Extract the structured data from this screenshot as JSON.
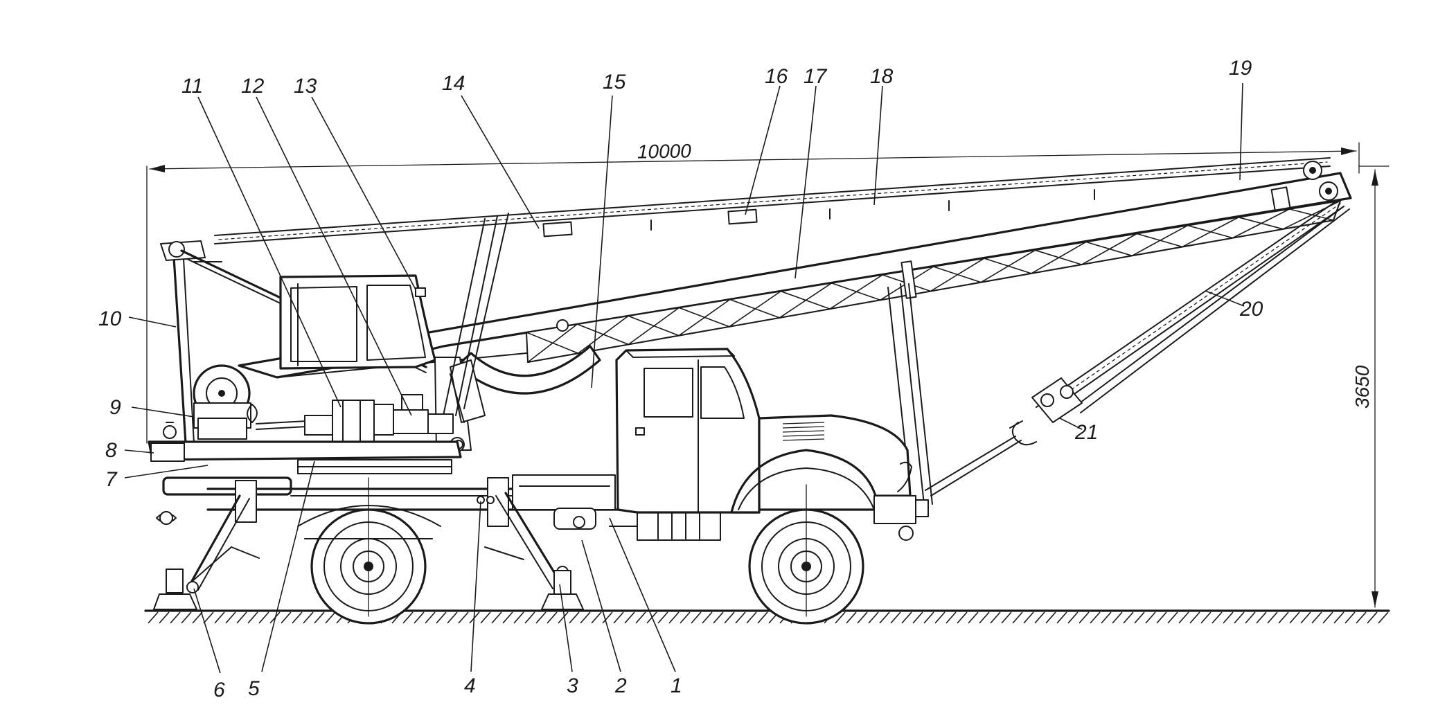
{
  "figure": {
    "callouts": [
      {
        "id": "1",
        "text": "1"
      },
      {
        "id": "2",
        "text": "2"
      },
      {
        "id": "3",
        "text": "3"
      },
      {
        "id": "4",
        "text": "4"
      },
      {
        "id": "5",
        "text": "5"
      },
      {
        "id": "6",
        "text": "6"
      },
      {
        "id": "7",
        "text": "7"
      },
      {
        "id": "8",
        "text": "8"
      },
      {
        "id": "9",
        "text": "9"
      },
      {
        "id": "10",
        "text": "10"
      },
      {
        "id": "11",
        "text": "11"
      },
      {
        "id": "12",
        "text": "12"
      },
      {
        "id": "13",
        "text": "13"
      },
      {
        "id": "14",
        "text": "14"
      },
      {
        "id": "15",
        "text": "15"
      },
      {
        "id": "16",
        "text": "16"
      },
      {
        "id": "17",
        "text": "17"
      },
      {
        "id": "18",
        "text": "18"
      },
      {
        "id": "19",
        "text": "19"
      },
      {
        "id": "20",
        "text": "20"
      },
      {
        "id": "21",
        "text": "21"
      }
    ],
    "dimensions": {
      "length": "10000",
      "height": "3650"
    },
    "colors": {
      "ink": "#1a1a1a",
      "paper": "#ffffff"
    }
  }
}
